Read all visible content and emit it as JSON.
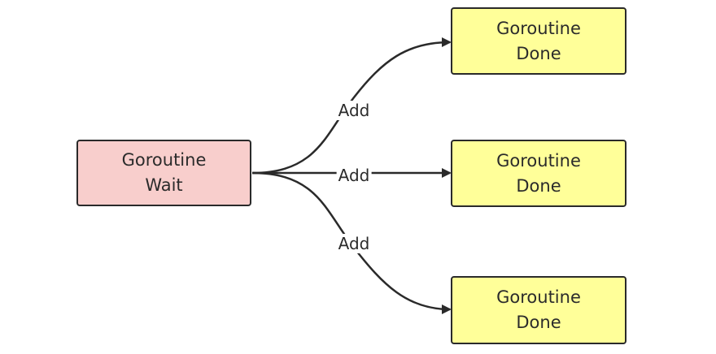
{
  "colors": {
    "source_fill": "#f8cecc",
    "target_fill": "#ffff99",
    "stroke": "#2a2a2a"
  },
  "nodes": {
    "wait": {
      "line1": "Goroutine",
      "line2": "Wait"
    },
    "done_top": {
      "line1": "Goroutine",
      "line2": "Done"
    },
    "done_middle": {
      "line1": "Goroutine",
      "line2": "Done"
    },
    "done_bottom": {
      "line1": "Goroutine",
      "line2": "Done"
    }
  },
  "edges": {
    "top": {
      "label": "Add"
    },
    "middle": {
      "label": "Add"
    },
    "bottom": {
      "label": "Add"
    }
  }
}
